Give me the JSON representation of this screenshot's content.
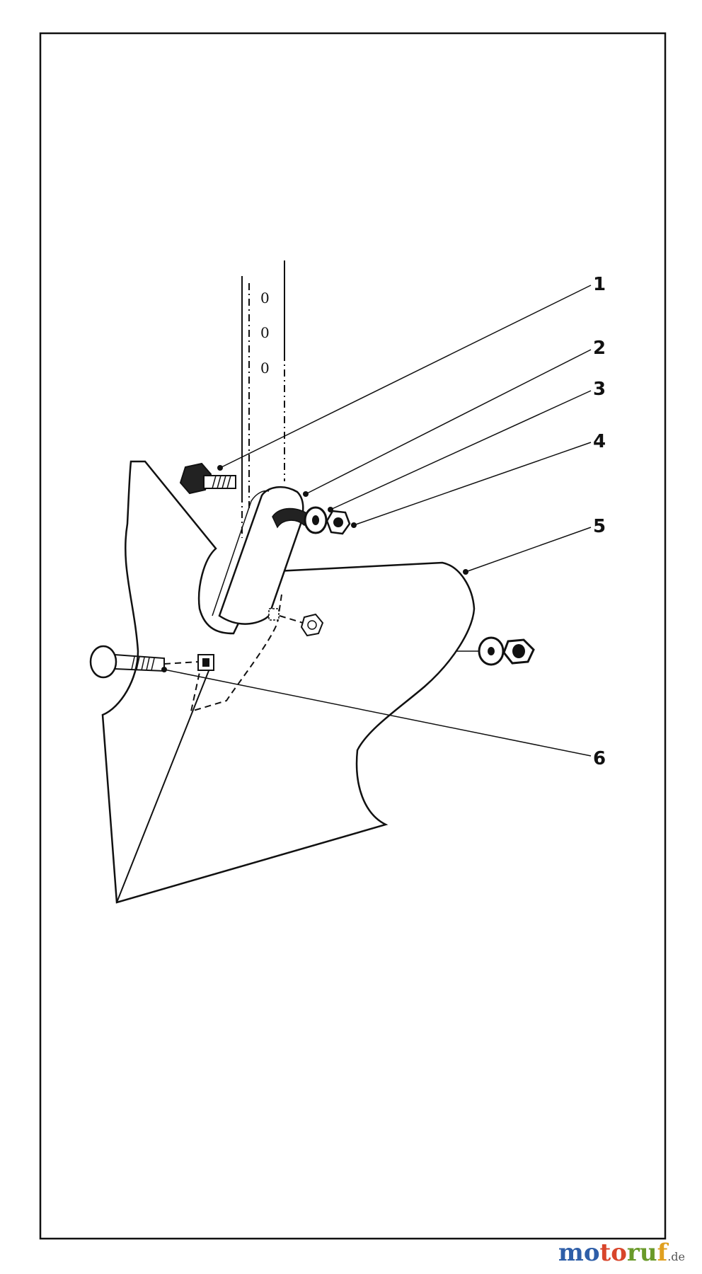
{
  "callouts": [
    "1",
    "2",
    "3",
    "4",
    "5",
    "6"
  ],
  "watermark": {
    "part1": "mo",
    "part2": "to",
    "part3": "ru",
    "part4": "f",
    "tld": ".de"
  },
  "colors": {
    "watermark_blue": "#2e5ea8",
    "watermark_red": "#d8452b",
    "watermark_green": "#6a9a2a",
    "watermark_orange": "#e0a020"
  }
}
